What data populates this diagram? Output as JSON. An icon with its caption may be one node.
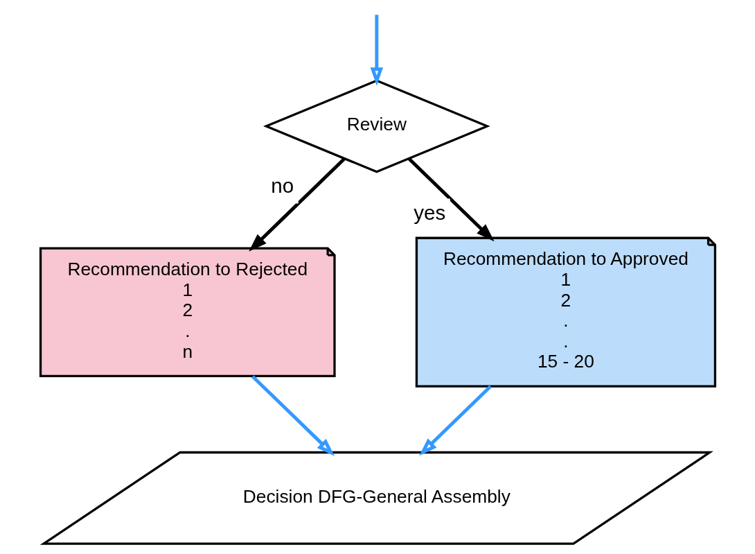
{
  "diagram": {
    "nodes": [
      {
        "text": [
          "Review"
        ]
      },
      {
        "text": [
          "Recommendation to Rejected",
          "1",
          "2",
          ".",
          "n"
        ]
      },
      {
        "text": [
          "Recommendation to Approved",
          "1",
          "2",
          ".",
          ".",
          "15 - 20"
        ]
      },
      {
        "text": [
          "Decision DFG-General Assembly"
        ]
      }
    ],
    "edges": [
      {
        "from": null,
        "to": 0,
        "arrow": "to",
        "color": "#3399ff"
      },
      {
        "from": 0,
        "to": 1,
        "arrow": "to",
        "label": "no",
        "color": "#000000"
      },
      {
        "from": 0,
        "to": 2,
        "arrow": "to",
        "label": "yes",
        "color": "#000000"
      },
      {
        "from": 1,
        "to": 3,
        "arrow": "to",
        "color": "#3399ff"
      },
      {
        "from": 2,
        "to": 3,
        "arrow": "to",
        "color": "#3399ff"
      }
    ]
  }
}
